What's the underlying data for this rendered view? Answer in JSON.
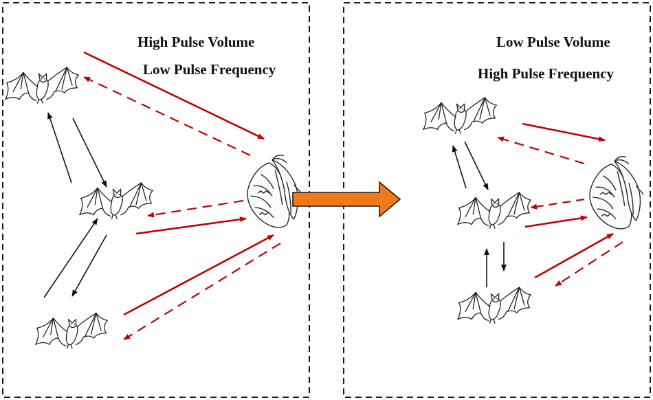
{
  "left_panel": {
    "line1": "High Pulse Volume",
    "line2": "Low Pulse Frequency"
  },
  "right_panel": {
    "line1": "Low Pulse Volume",
    "line2": "High Pulse Frequency"
  },
  "colors": {
    "echo_arrow": "#c00000",
    "bat_arrow": "#111111",
    "transition_arrow": "#f07a1a",
    "transition_outline": "#1a1a1a",
    "border": "#1a1a1a"
  },
  "icons": [
    "bat-icon",
    "moth-icon",
    "transition-arrow-icon"
  ]
}
